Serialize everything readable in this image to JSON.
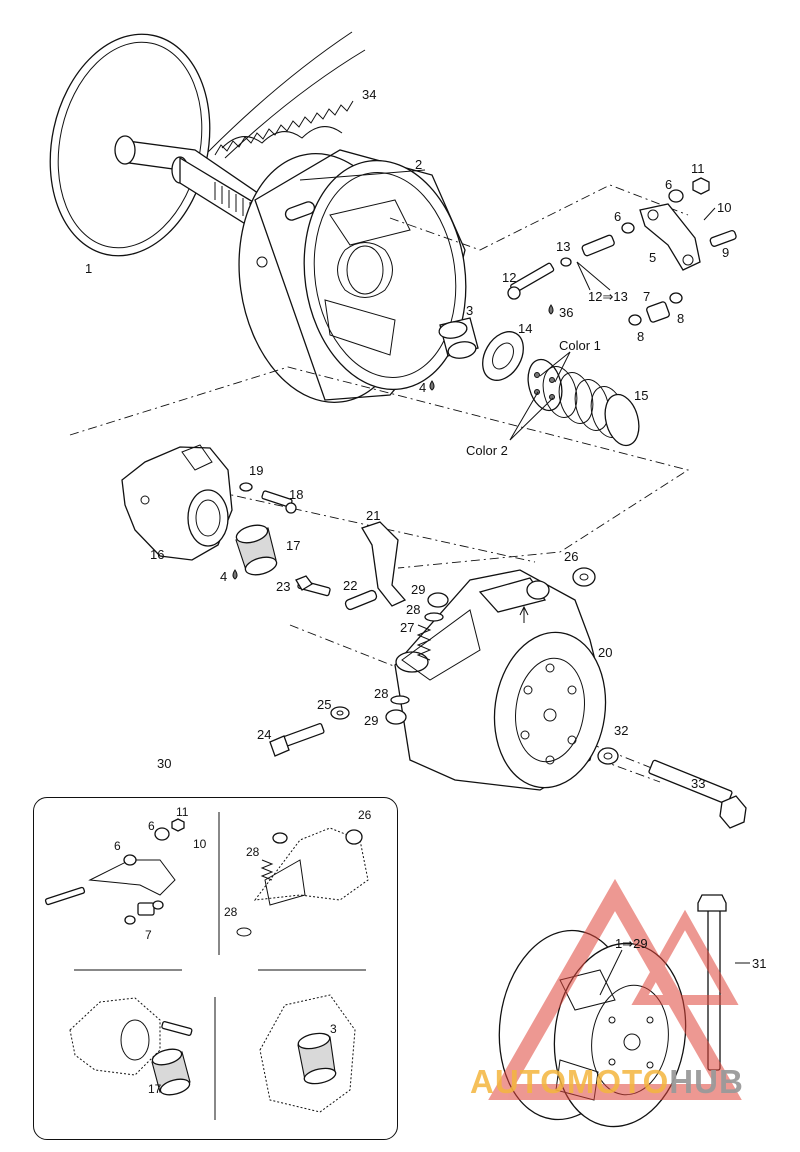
{
  "callouts": {
    "c1": "1",
    "c2": "2",
    "c3": "3",
    "c4a": "4",
    "c5": "5",
    "c6a": "6",
    "c6b": "6",
    "c7": "7",
    "c8a": "8",
    "c8b": "8",
    "c9": "9",
    "c10": "10",
    "c11": "11",
    "c12": "12",
    "c12to13": "12⇒13",
    "c13": "13",
    "c14": "14",
    "c15": "15",
    "c16": "16",
    "c17": "17",
    "c18": "18",
    "c19": "19",
    "c20": "20",
    "c21": "21",
    "c22": "22",
    "c23": "23",
    "c24": "24",
    "c25": "25",
    "c26": "26",
    "c27": "27",
    "c28a": "28",
    "c28b": "28",
    "c29a": "29",
    "c29b": "29",
    "c30": "30",
    "c31": "31",
    "c32": "32",
    "c33": "33",
    "c34": "34",
    "c36": "36",
    "c4b": "4",
    "color1": "Color 1",
    "color2": "Color 2"
  },
  "inset": {
    "i11": "11",
    "i6a": "6",
    "i6b": "6",
    "i10": "10",
    "i7": "7",
    "i26": "26",
    "i28a": "28",
    "i28b": "28",
    "i17": "17",
    "i3": "3"
  },
  "assembly": {
    "range": "1⇒29",
    "ref31": "31"
  },
  "watermark": {
    "part_a": "AUTOMOTO",
    "part_b": "HUB"
  },
  "colors": {
    "line": "#111111",
    "watermark_red": "#e0453a",
    "watermark_orange": "#f4b63e",
    "watermark_gray": "#9a9a9a"
  },
  "icons": [
    "drop-icon",
    "drop-icon",
    "drop-icon"
  ]
}
